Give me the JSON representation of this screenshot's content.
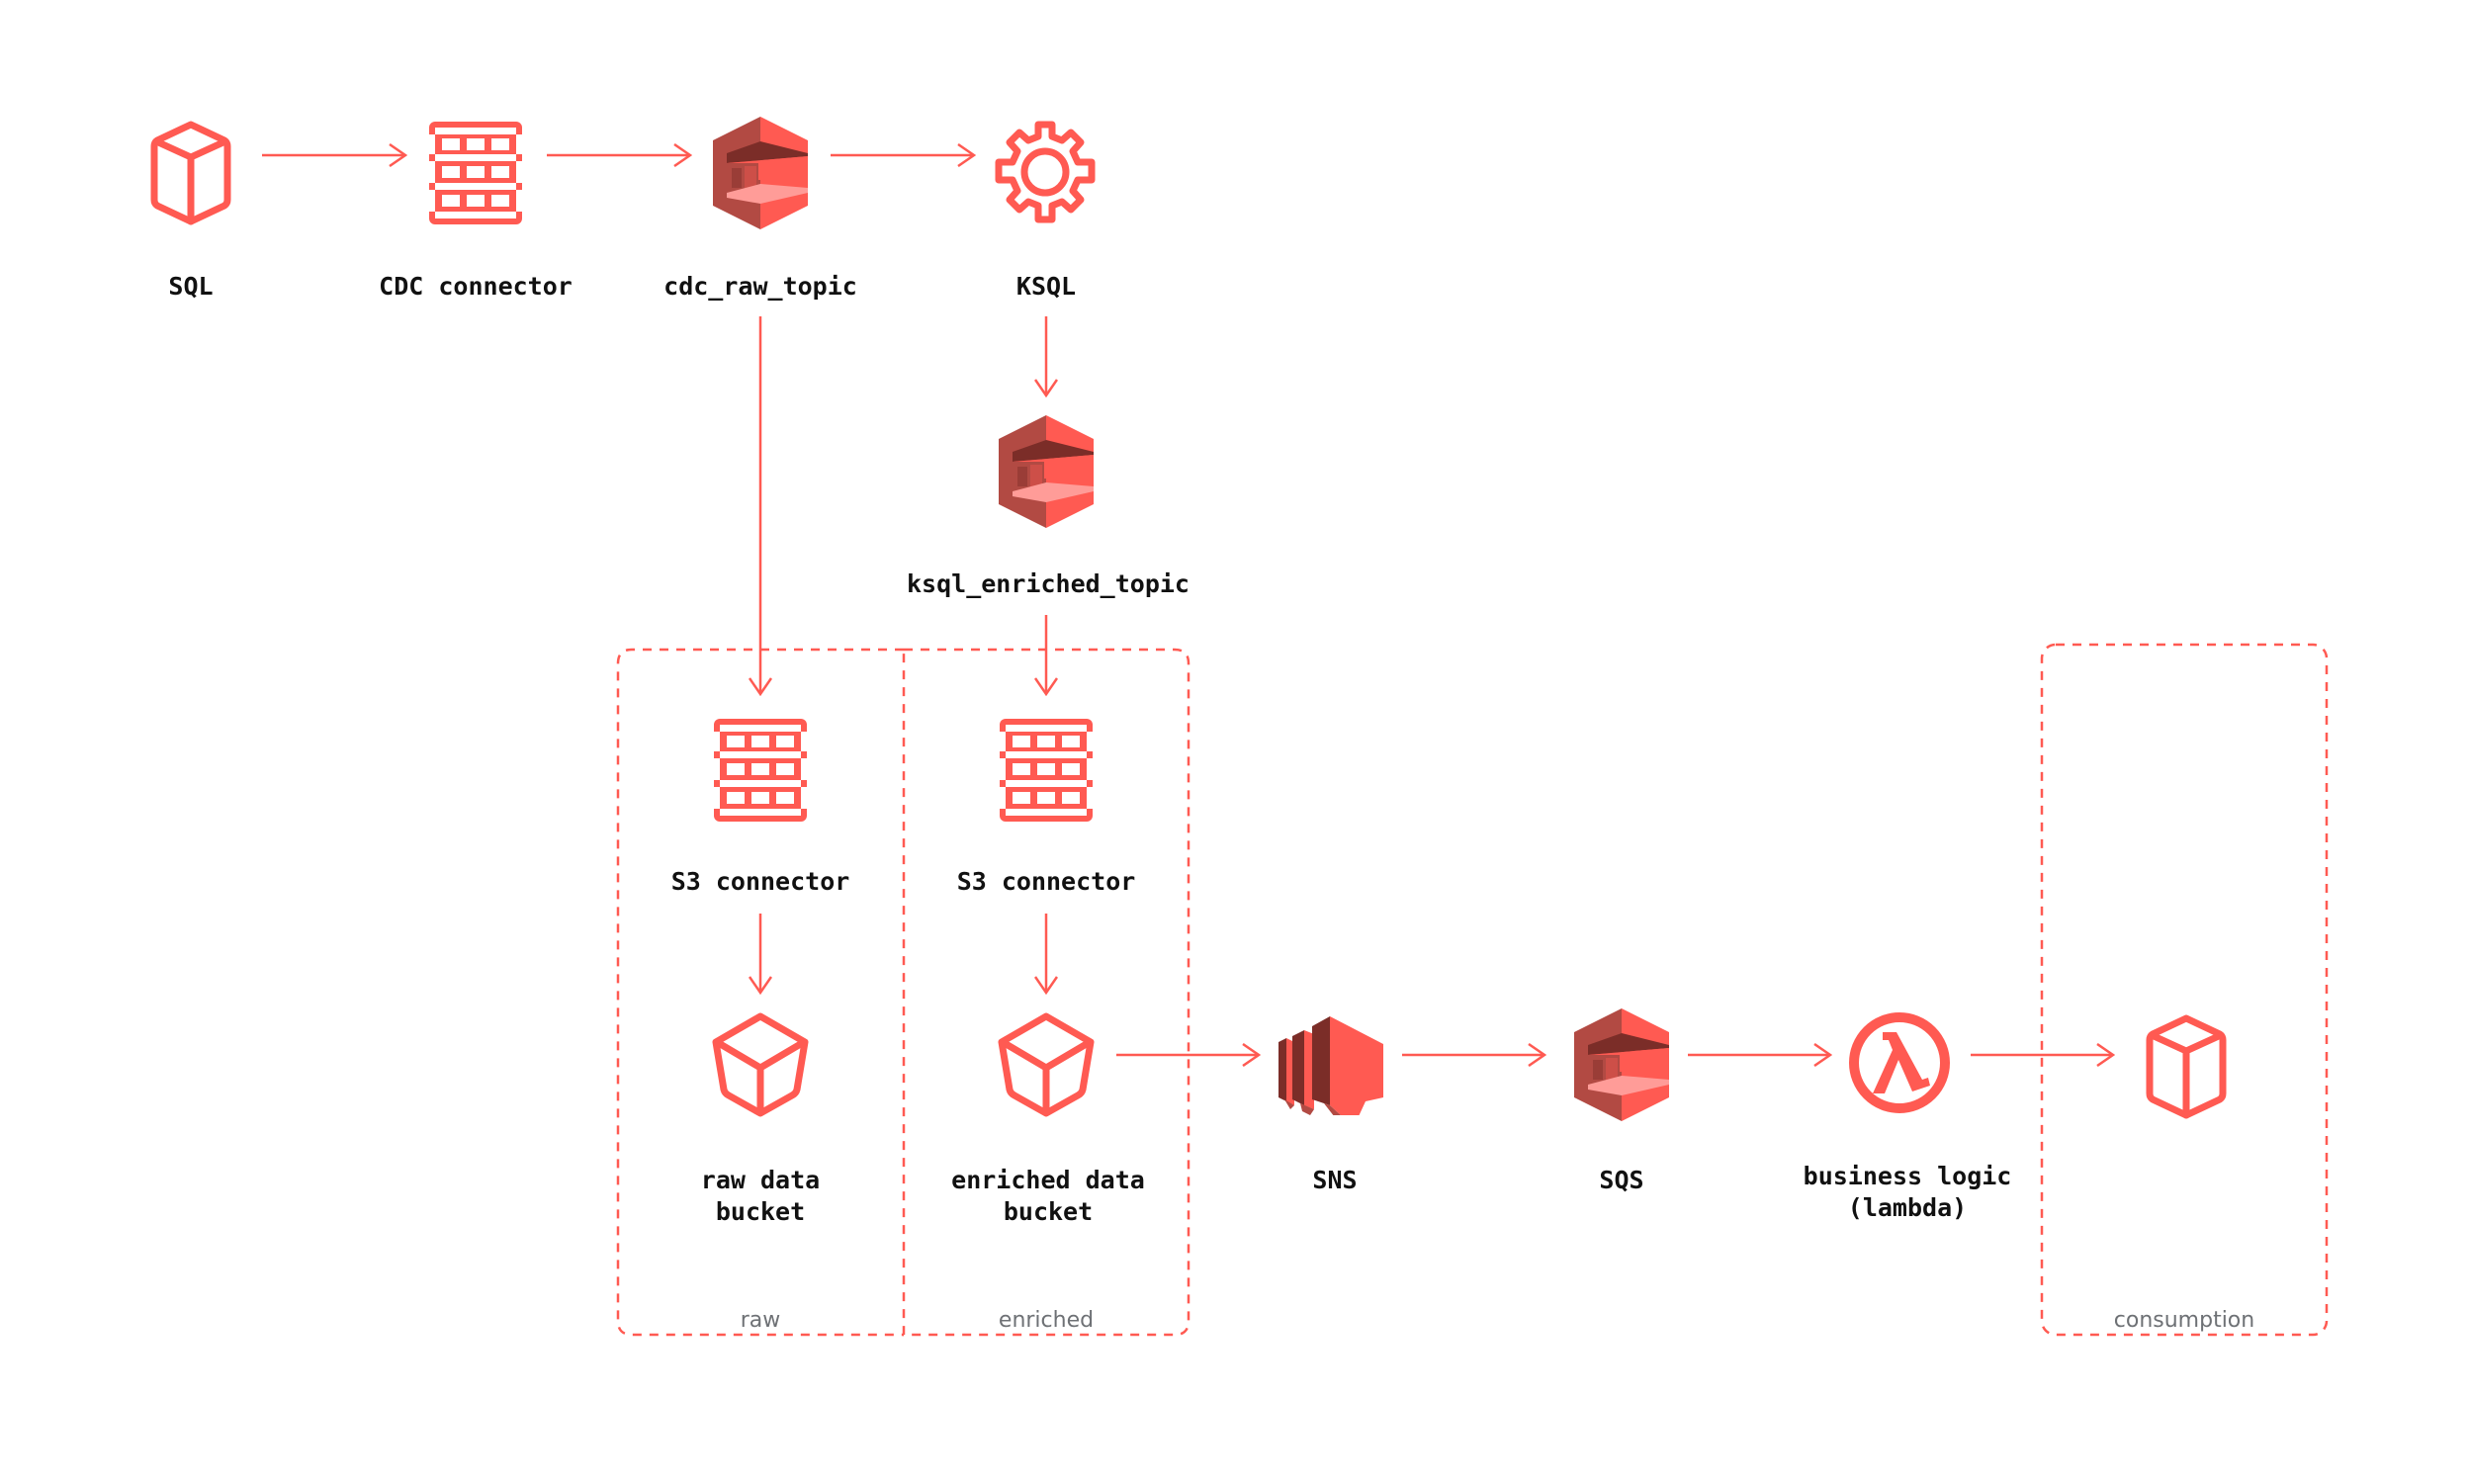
{
  "diagram": {
    "colors": {
      "accent": "#ff5a52",
      "accent_dark": "#b24a43",
      "accent_darkest": "#7b2d28",
      "accent_light": "#ff9c98",
      "label_text": "#111111",
      "group_text": "#6e7175"
    },
    "nodes": [
      {
        "id": "sql",
        "icon": "database-cylinder-icon",
        "label": [
          "SQL"
        ]
      },
      {
        "id": "cdc-connector",
        "icon": "connector-icon",
        "label": [
          "CDC connector"
        ]
      },
      {
        "id": "cdc-raw-topic",
        "icon": "queue-topic-icon",
        "label": [
          "cdc_raw_topic"
        ]
      },
      {
        "id": "ksql",
        "icon": "gear-icon",
        "label": [
          "KSQL"
        ]
      },
      {
        "id": "ksql-enriched-topic",
        "icon": "queue-topic-icon",
        "label": [
          "ksql_enriched_topic"
        ]
      },
      {
        "id": "s3-connector-raw",
        "icon": "connector-icon",
        "label": [
          "S3 connector"
        ]
      },
      {
        "id": "s3-connector-enriched",
        "icon": "connector-icon",
        "label": [
          "S3 connector"
        ]
      },
      {
        "id": "raw-data-bucket",
        "icon": "bucket-icon",
        "label": [
          "raw data",
          "bucket"
        ]
      },
      {
        "id": "enriched-data-bucket",
        "icon": "bucket-icon",
        "label": [
          "enriched data",
          "bucket"
        ]
      },
      {
        "id": "sns",
        "icon": "sns-icon",
        "label": [
          "SNS"
        ]
      },
      {
        "id": "sqs",
        "icon": "queue-topic-icon",
        "label": [
          "SQS"
        ]
      },
      {
        "id": "business-logic",
        "icon": "lambda-icon",
        "label": [
          "business logic",
          "(lambda)"
        ]
      },
      {
        "id": "consumer-store",
        "icon": "database-cylinder-icon",
        "label": []
      }
    ],
    "edges": [
      {
        "from": "sql",
        "to": "cdc-connector"
      },
      {
        "from": "cdc-connector",
        "to": "cdc-raw-topic"
      },
      {
        "from": "cdc-raw-topic",
        "to": "ksql"
      },
      {
        "from": "ksql",
        "to": "ksql-enriched-topic"
      },
      {
        "from": "cdc-raw-topic",
        "to": "s3-connector-raw"
      },
      {
        "from": "ksql-enriched-topic",
        "to": "s3-connector-enriched"
      },
      {
        "from": "s3-connector-raw",
        "to": "raw-data-bucket"
      },
      {
        "from": "s3-connector-enriched",
        "to": "enriched-data-bucket"
      },
      {
        "from": "enriched-data-bucket",
        "to": "sns"
      },
      {
        "from": "sns",
        "to": "sqs"
      },
      {
        "from": "sqs",
        "to": "business-logic"
      },
      {
        "from": "business-logic",
        "to": "consumer-store"
      }
    ],
    "groups": [
      {
        "id": "raw",
        "label": "raw",
        "members": [
          "s3-connector-raw",
          "raw-data-bucket"
        ]
      },
      {
        "id": "enriched",
        "label": "enriched",
        "members": [
          "s3-connector-enriched",
          "enriched-data-bucket"
        ]
      },
      {
        "id": "consumption",
        "label": "consumption",
        "members": [
          "consumer-store"
        ]
      }
    ]
  }
}
